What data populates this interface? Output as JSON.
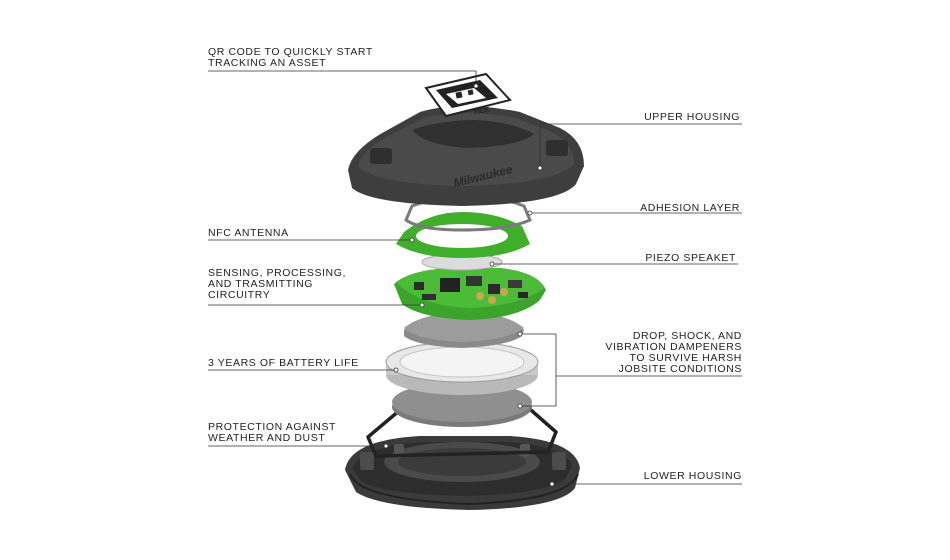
{
  "labels": {
    "qr_code": "QR CODE TO QUICKLY  START\nTRACKING AN ASSET",
    "upper_housing": "UPPER HOUSING",
    "adhesion_layer": "ADHESION LAYER",
    "nfc_antenna": "NFC ANTENNA",
    "piezo_speaker": "PIEZO SPEAKET",
    "circuitry": "SENSING, PROCESSING,\nAND TRASMITTING\nCIRCUITRY",
    "dampeners": "DROP, SHOCK, AND\nVIBRATION DAMPENERS\nTO SURVIVE HARSH\nJOBSITE CONDITIONS",
    "battery": "3 YEARS OF BATTERY LIFE",
    "protection": "PROTECTION   AGAINST\nWEATHER AND DUST",
    "lower_housing": "LOWER HOUSING"
  },
  "branding": {
    "logo_text": "Milwaukee",
    "qr_text": "TICK"
  },
  "colors": {
    "housing": "#3c3c3c",
    "pcb_green": "#3fae2a",
    "line": "#333333"
  }
}
